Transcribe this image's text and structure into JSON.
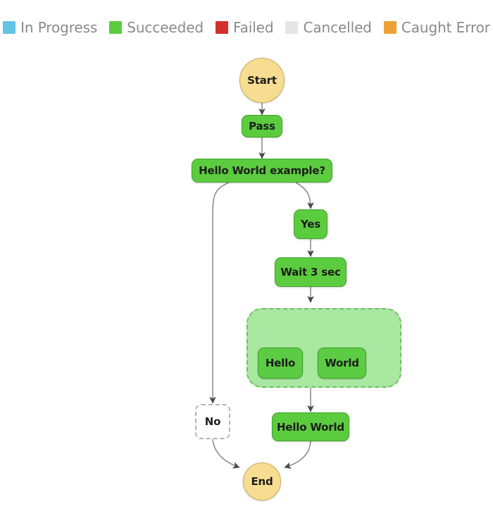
{
  "legend": {
    "items": [
      {
        "label": "In Progress",
        "color": "#62c3e3"
      },
      {
        "label": "Succeeded",
        "color": "#5ccc3f"
      },
      {
        "label": "Failed",
        "color": "#d32f2f"
      },
      {
        "label": "Cancelled",
        "color": "#e6e6e6"
      },
      {
        "label": "Caught Error",
        "color": "#eda135"
      }
    ]
  },
  "graph": {
    "nodes": [
      {
        "id": "start",
        "label": "Start",
        "status": "terminal",
        "shape": "circle"
      },
      {
        "id": "pass",
        "label": "Pass",
        "status": "succeeded",
        "shape": "rounded-rect"
      },
      {
        "id": "choice",
        "label": "Hello World example?",
        "status": "succeeded",
        "shape": "rounded-rect"
      },
      {
        "id": "yes",
        "label": "Yes",
        "status": "succeeded",
        "shape": "rounded-rect"
      },
      {
        "id": "wait",
        "label": "Wait 3 sec",
        "status": "succeeded",
        "shape": "rounded-rect"
      },
      {
        "id": "hello",
        "label": "Hello",
        "status": "succeeded",
        "shape": "rounded-rect"
      },
      {
        "id": "world",
        "label": "World",
        "status": "succeeded",
        "shape": "rounded-rect"
      },
      {
        "id": "no",
        "label": "No",
        "status": "cancelled",
        "shape": "rounded-rect"
      },
      {
        "id": "helloworld",
        "label": "Hello World",
        "status": "succeeded",
        "shape": "rounded-rect"
      },
      {
        "id": "end",
        "label": "End",
        "status": "terminal",
        "shape": "circle"
      }
    ],
    "parallel_group": {
      "id": "parallel",
      "status": "succeeded",
      "children": [
        "hello",
        "world"
      ]
    },
    "edges": [
      {
        "from": "start",
        "to": "pass"
      },
      {
        "from": "pass",
        "to": "choice"
      },
      {
        "from": "choice",
        "to": "no"
      },
      {
        "from": "choice",
        "to": "yes"
      },
      {
        "from": "yes",
        "to": "wait"
      },
      {
        "from": "wait",
        "to": "parallel"
      },
      {
        "from": "parallel",
        "to": "hello"
      },
      {
        "from": "parallel",
        "to": "world"
      },
      {
        "from": "parallel",
        "to": "helloworld"
      },
      {
        "from": "no",
        "to": "end"
      },
      {
        "from": "helloworld",
        "to": "end"
      }
    ]
  }
}
